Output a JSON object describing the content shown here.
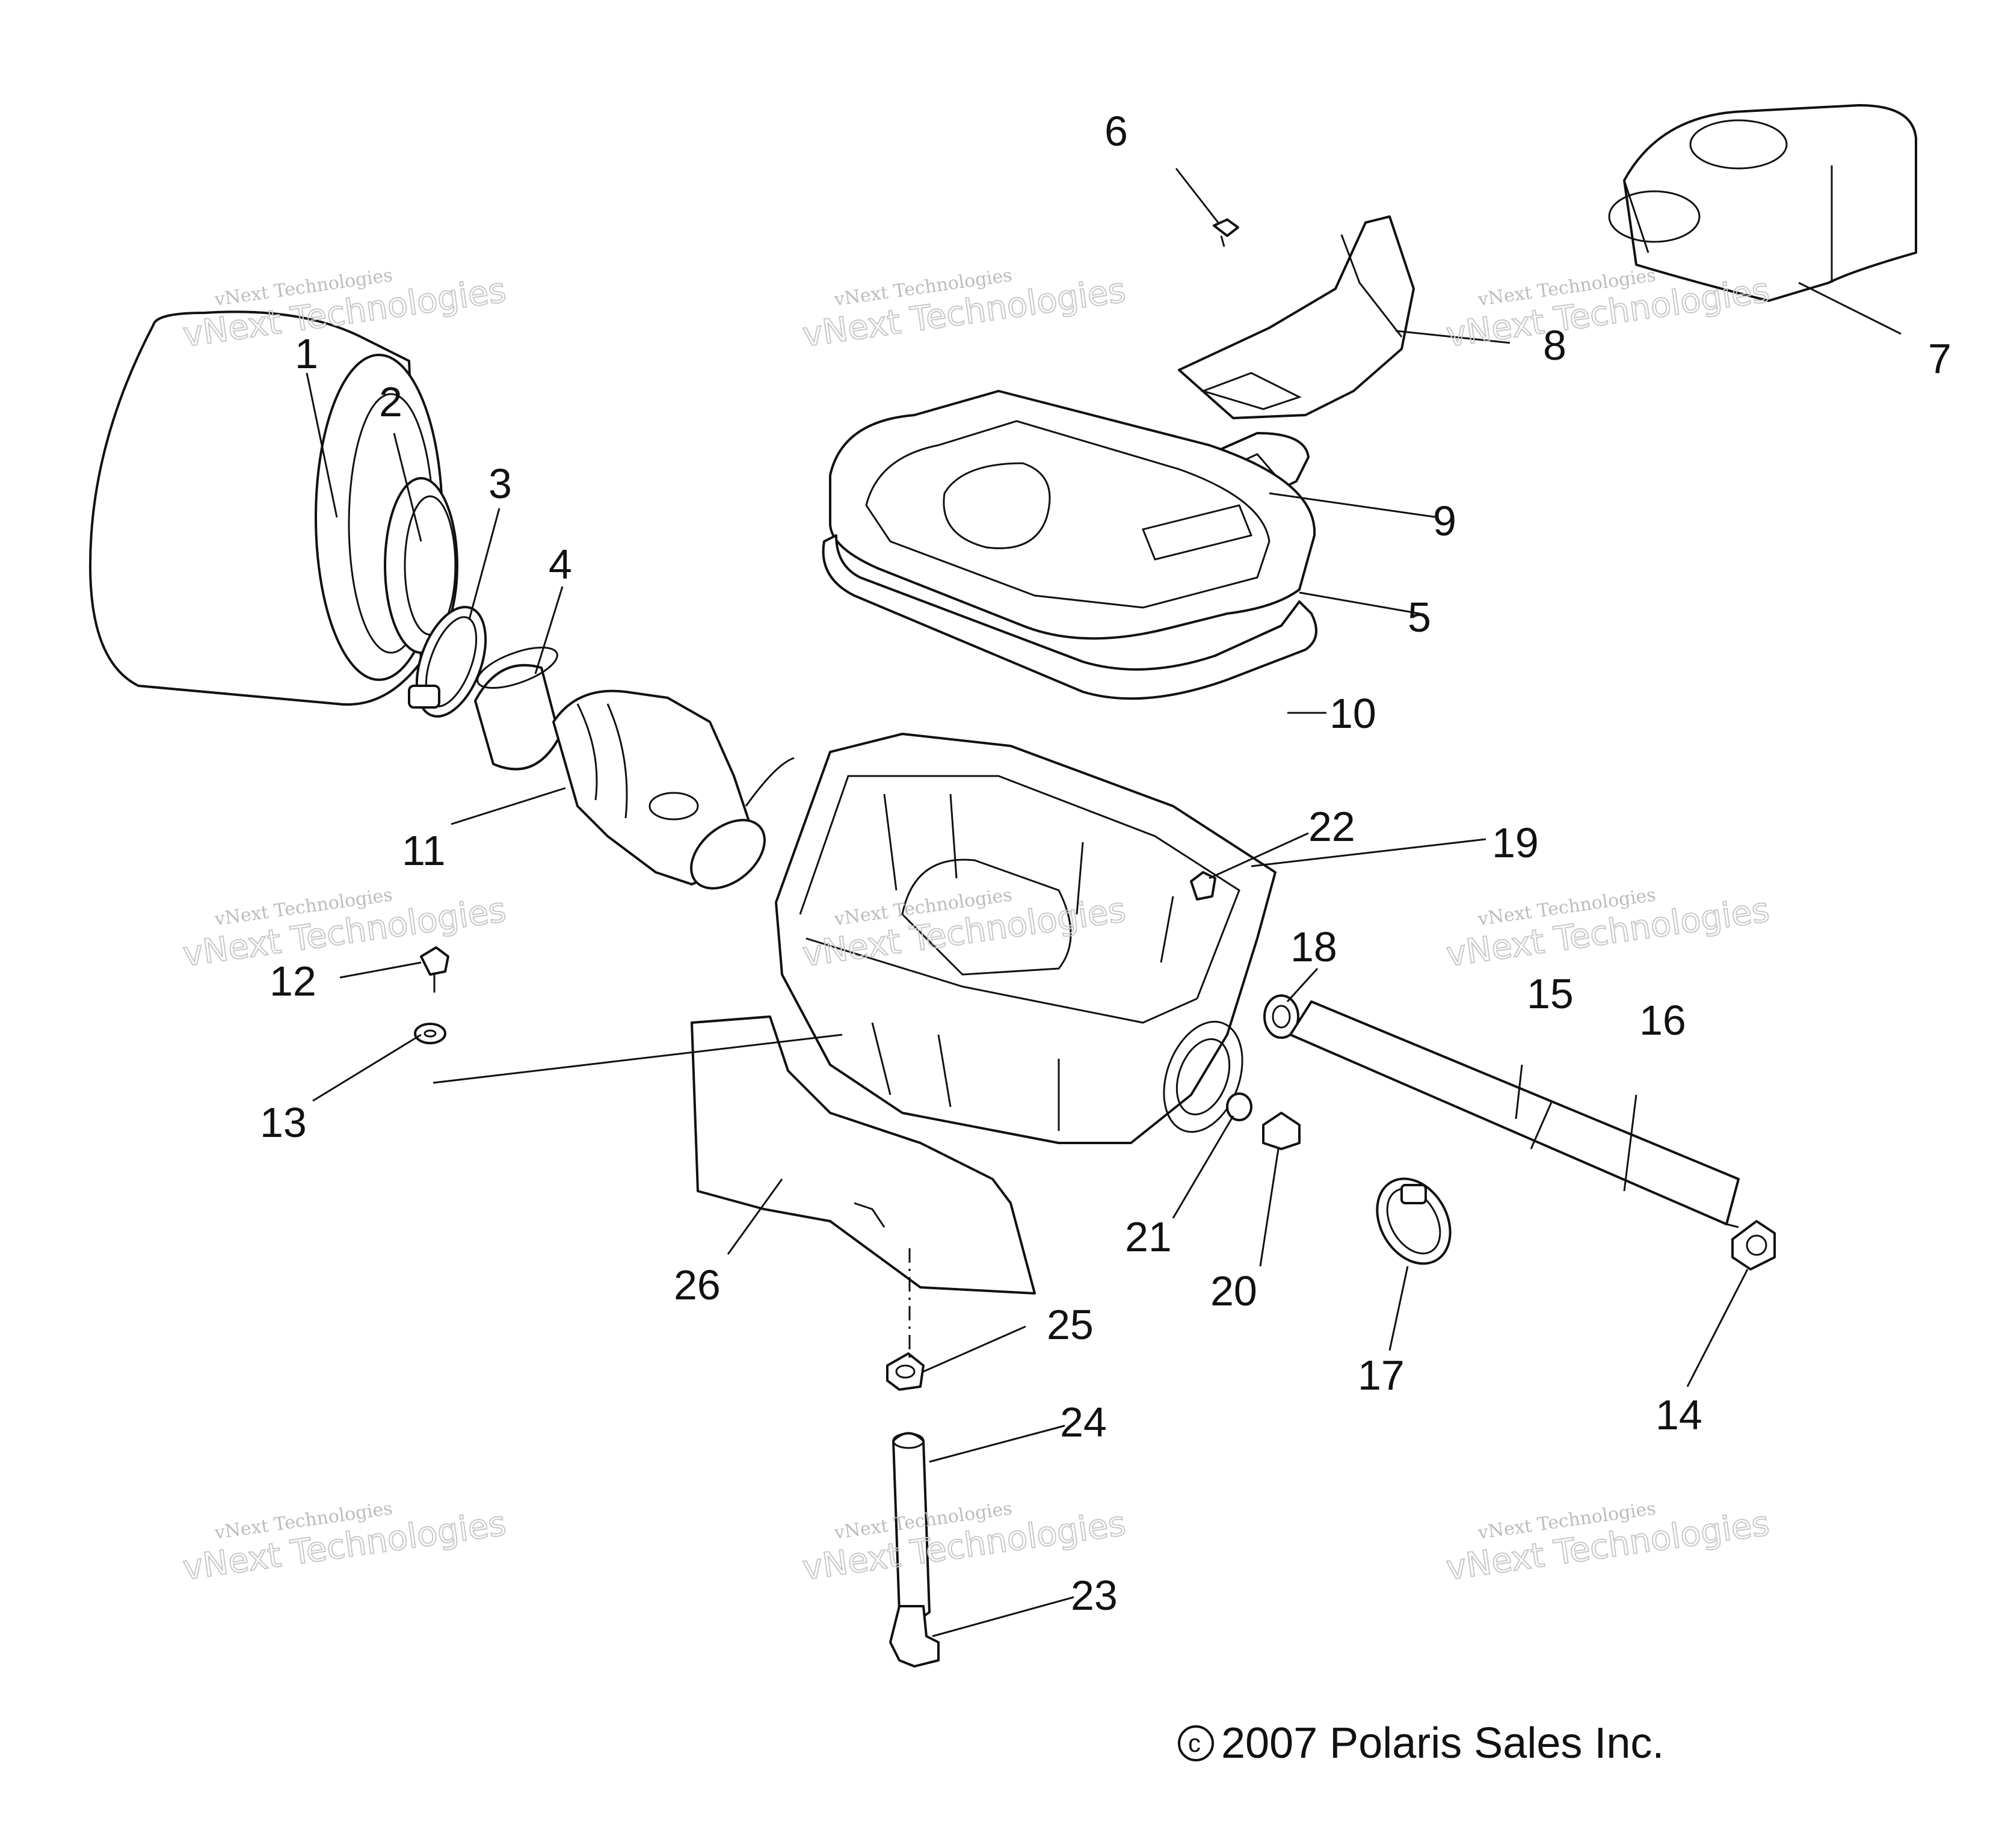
{
  "diagram": {
    "callouts": [
      "1",
      "2",
      "3",
      "4",
      "5",
      "6",
      "7",
      "8",
      "9",
      "10",
      "11",
      "12",
      "13",
      "14",
      "15",
      "16",
      "17",
      "18",
      "19",
      "20",
      "21",
      "22",
      "23",
      "24",
      "25",
      "26"
    ],
    "watermark": {
      "line1": "vNext Technologies",
      "line2": "vNext Technologies"
    },
    "copyright": "2007 Polaris Sales Inc.",
    "copyright_symbol": "c"
  }
}
